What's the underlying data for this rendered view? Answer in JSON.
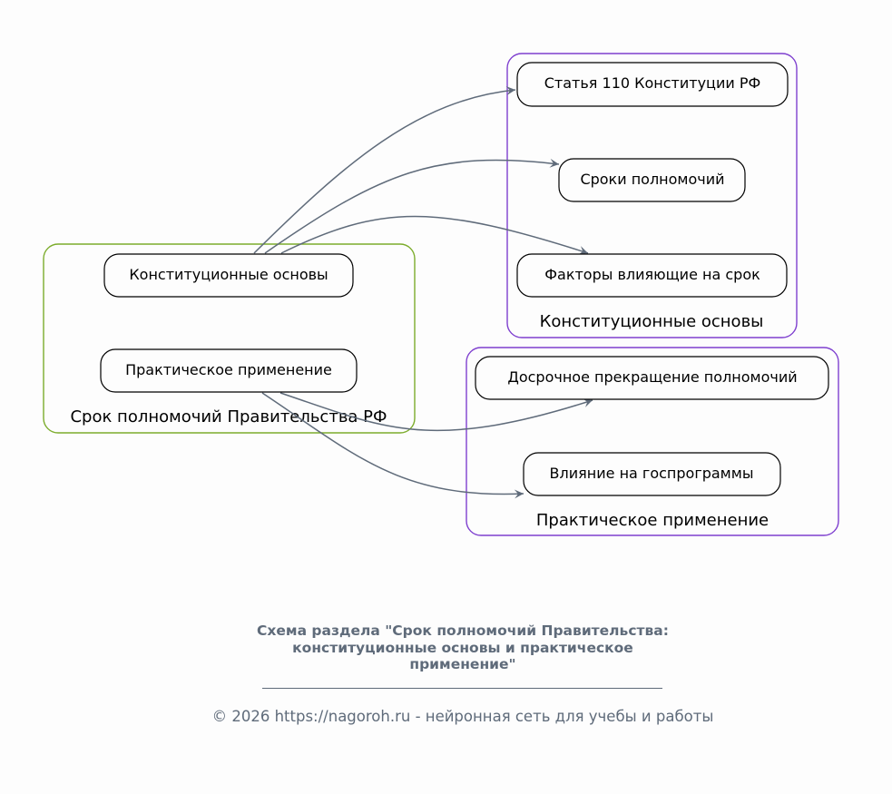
{
  "colors": {
    "background": "#fdfdfd",
    "root_cluster_border": "#7cac2c",
    "sub_cluster_border": "#7e3fcf",
    "edge": "#5f6b7a",
    "node_border": "#000000",
    "caption_text": "#5f6b7a"
  },
  "clusters": {
    "root": {
      "label": "Срок полномочий Правительства РФ"
    },
    "constitutional": {
      "label": "Конституционные основы"
    },
    "practical": {
      "label": "Практическое применение"
    }
  },
  "nodes": {
    "konst_osnovy": {
      "label": "Конституционные основы"
    },
    "prakt_primenenie": {
      "label": "Практическое применение"
    },
    "statya_110": {
      "label": "Статья 110 Конституции РФ"
    },
    "sroki": {
      "label": "Сроки полномочий"
    },
    "faktory": {
      "label": "Факторы влияющие на срок"
    },
    "dosrochnoe": {
      "label": "Досрочное прекращение полномочий"
    },
    "vliyanie": {
      "label": "Влияние на госпрограммы"
    }
  },
  "edges": [
    {
      "from": "Конституционные основы",
      "to": "Статья 110 Конституции РФ"
    },
    {
      "from": "Конституционные основы",
      "to": "Сроки полномочий"
    },
    {
      "from": "Конституционные основы",
      "to": "Факторы влияющие на срок"
    },
    {
      "from": "Практическое применение",
      "to": "Досрочное прекращение полномочий"
    },
    {
      "from": "Практическое применение",
      "to": "Влияние на госпрограммы"
    }
  ],
  "caption": {
    "title_lines": [
      "Схема раздела \"Срок полномочий Правительства:",
      "конституционные основы и практическое",
      "применение\""
    ],
    "rule": "________________________________________________",
    "copyright": "© 2026 https://nagoroh.ru - нейронная сеть для учебы и работы"
  }
}
